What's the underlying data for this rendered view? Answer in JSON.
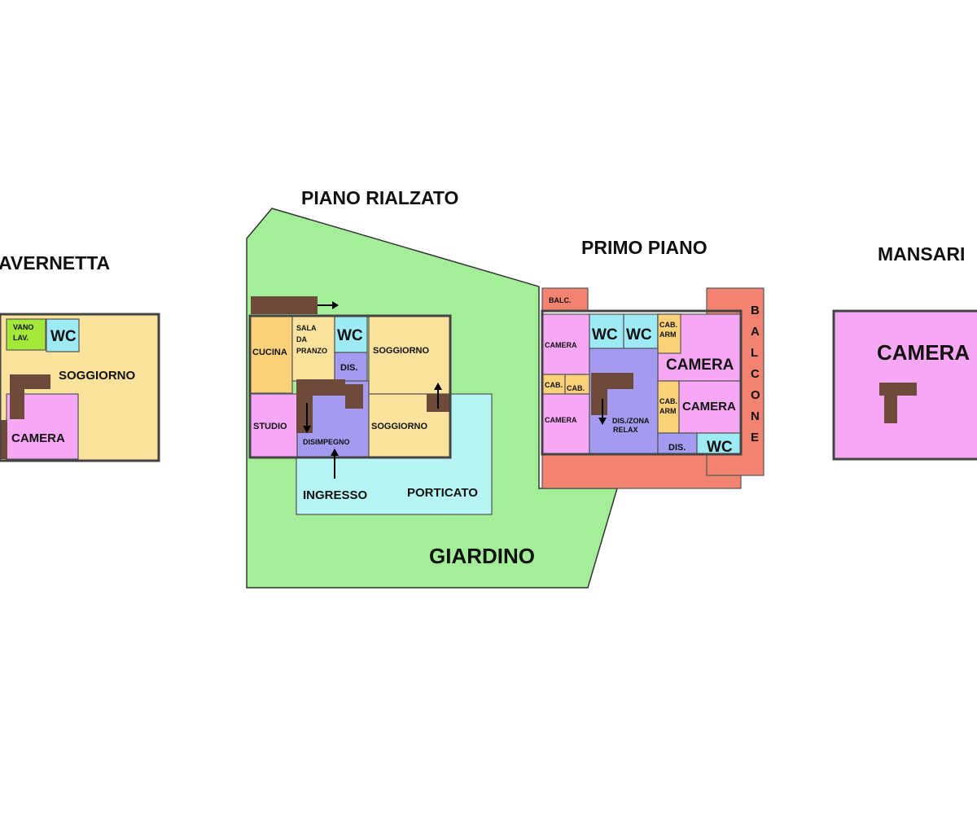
{
  "colors": {
    "garden": "#a4ee9a",
    "kitchen": "#fbd27a",
    "living": "#fbe39d",
    "bedroom": "#f7a8f5",
    "wc": "#9eeaf4",
    "hall": "#a49af0",
    "portico": "#b6f5f3",
    "balcony": "#f28370",
    "laundry": "#a4e83a",
    "stairs": "#6e4a3a"
  },
  "floors": {
    "tavernetta": {
      "title": "AVERNETTA",
      "rooms": {
        "vano_lav": [
          "VANO",
          "LAV."
        ],
        "wc": "WC",
        "soggiorno": "SOGGIORNO",
        "camera": "CAMERA"
      }
    },
    "piano_rialzato": {
      "title": "PIANO RIALZATO",
      "rooms": {
        "cucina": "CUCINA",
        "sala_da_pranzo": [
          "SALA",
          "DA",
          "PRANZO"
        ],
        "wc": "WC",
        "dis": "DIS.",
        "soggiorno_1": "SOGGIORNO",
        "soggiorno_2": "SOGGIORNO",
        "studio": "STUDIO",
        "disimpegno": "DISIMPEGNO",
        "ingresso": "INGRESSO",
        "porticato": "PORTICATO",
        "giardino": "GIARDINO"
      }
    },
    "primo_piano": {
      "title": "PRIMO PIANO",
      "rooms": {
        "balc": "BALC.",
        "camera_1": "CAMERA",
        "wc_1": "WC",
        "wc_2": "WC",
        "cab_arm_1": [
          "CAB.",
          "ARM"
        ],
        "camera_2": "CAMERA",
        "cab_1": "CAB.",
        "cab_2": "CAB.",
        "cab_arm_2": [
          "CAB.",
          "ARM"
        ],
        "camera_3": "CAMERA",
        "camera_4": "CAMERA",
        "dis_zona_relax": [
          "DIS./ZONA",
          "RELAX"
        ],
        "dis": "DIS.",
        "wc_3": "WC",
        "balcone": [
          "B",
          "A",
          "L",
          "C",
          "O",
          "N",
          "E"
        ]
      }
    },
    "mansarda": {
      "title": "MANSARI",
      "rooms": {
        "camera": "CAMERA"
      }
    }
  }
}
